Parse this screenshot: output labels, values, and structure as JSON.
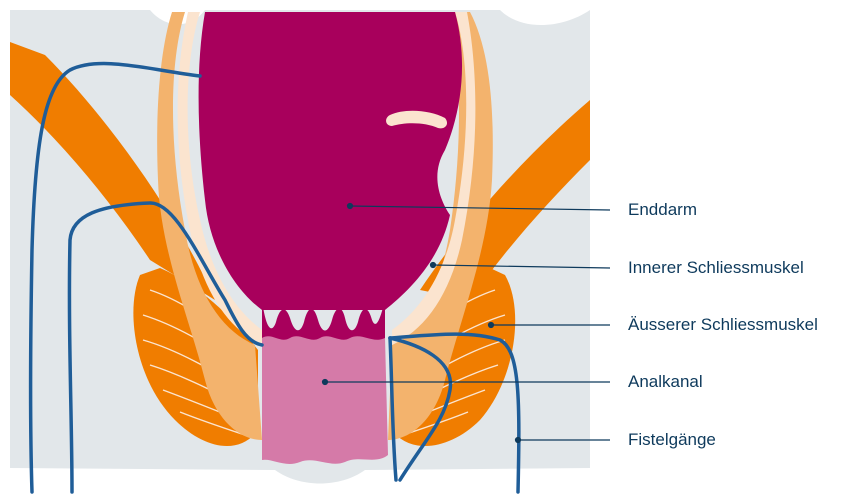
{
  "colors": {
    "background_tissue": "#e2e7ea",
    "rectum": "#a8005c",
    "anal_canal": "#d57aa8",
    "inner_sphincter": "#f3b36d",
    "outer_sphincter": "#f07d00",
    "lining": "#fbe4cf",
    "fistula": "#1f5d98",
    "pointer": "#0e3a5c"
  },
  "labels": {
    "enddarm": "Enddarm",
    "innerer": "Innerer Schliessmuskel",
    "aeusserer": "Äusserer Schliessmuskel",
    "analkanal": "Analkanal",
    "fistel": "Fistelgänge"
  }
}
